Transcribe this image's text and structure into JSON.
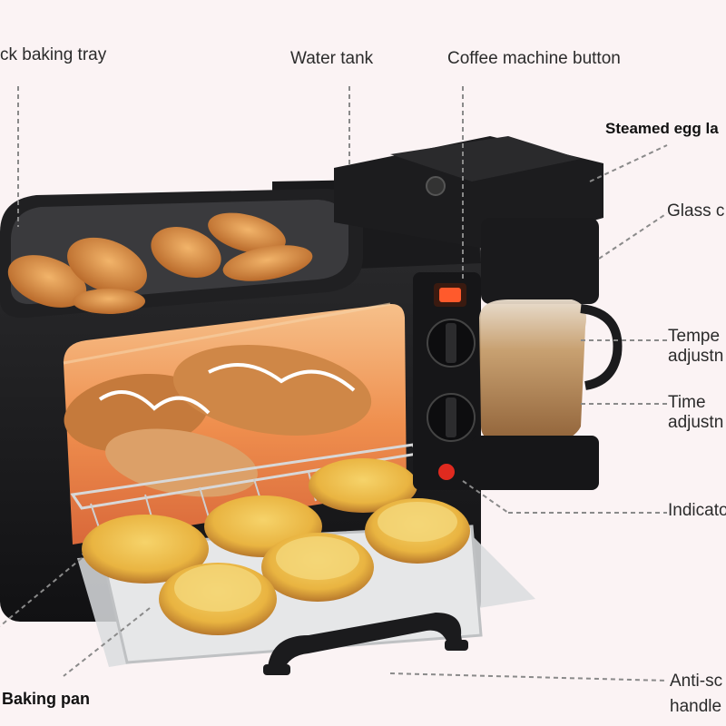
{
  "labels": {
    "tray": "ck baking tray",
    "water_tank": "Water tank",
    "coffee_button": "Coffee machine button",
    "steamed_egg": "Steamed egg la",
    "glass": "Glass c",
    "temp_line1": "Tempe",
    "temp_line2": "adjustn",
    "time_line1": "Time",
    "time_line2": "adjustn",
    "indicator": "Indicato",
    "baking_pan": "Baking pan",
    "anti_line1": "Anti-sc",
    "anti_line2": "handle"
  },
  "colors": {
    "background": "#fbf3f4",
    "body": "#1c1c1e",
    "oven_glow": "#f29a57",
    "indicator_red": "#e02a1f"
  }
}
